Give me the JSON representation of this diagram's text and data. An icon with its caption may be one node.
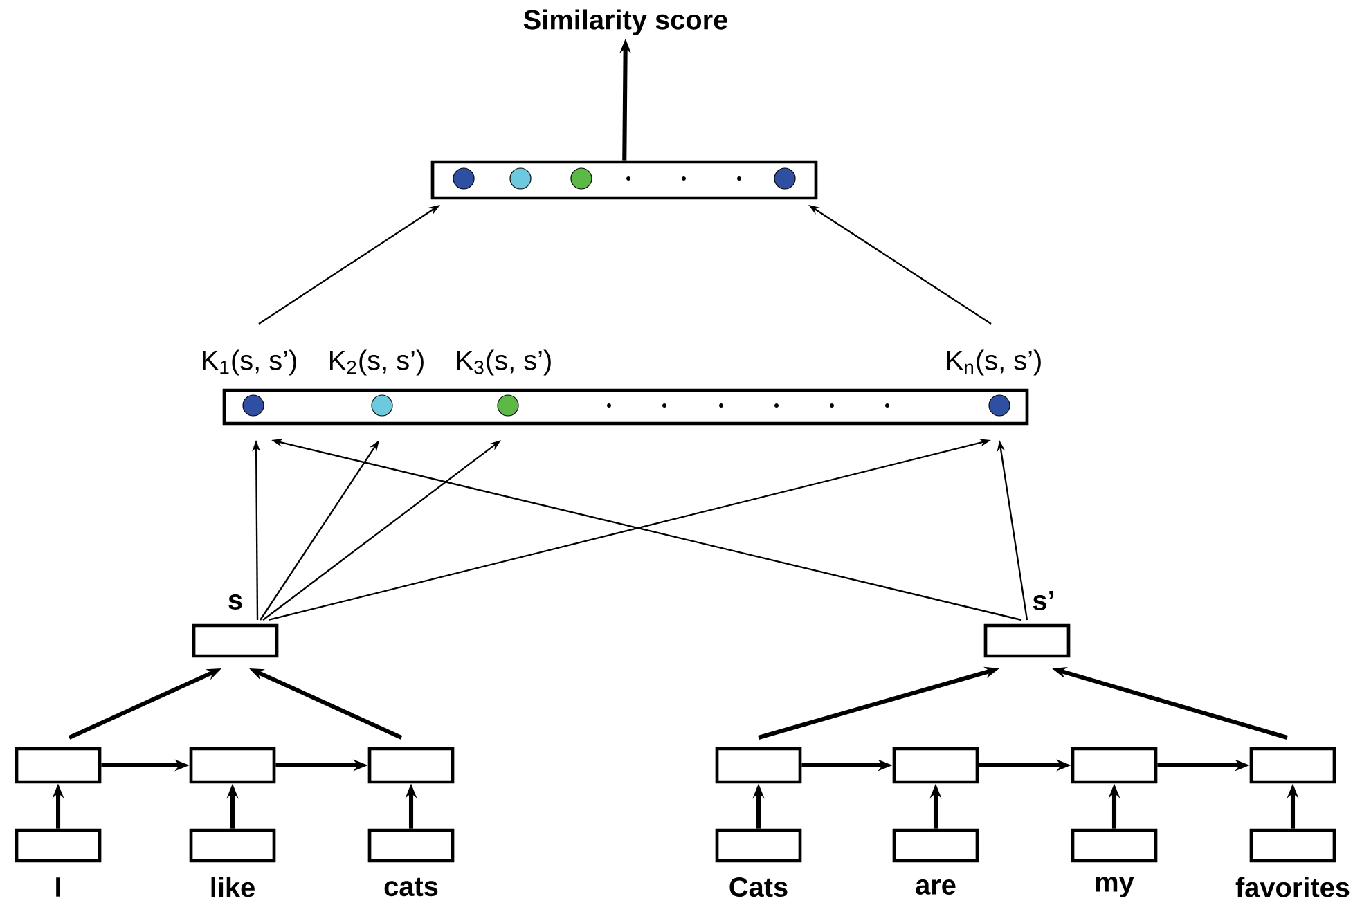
{
  "diagram": {
    "nodes": [
      {
        "text": [
          "Similarity score"
        ]
      },
      {
        "text": [],
        "shape": "box"
      },
      {
        "text": [],
        "shape": "circle",
        "in": 1
      },
      {
        "text": [],
        "shape": "circle",
        "in": 1
      },
      {
        "text": [],
        "shape": "circle",
        "in": 1
      },
      {
        "text": [],
        "shape": "circle",
        "in": 1
      },
      {
        "text": [],
        "shape": "box"
      },
      {
        "text": [],
        "shape": "circle",
        "in": 6,
        "beside": [
          "K$_{1}$(s, s’)"
        ]
      },
      {
        "text": [],
        "shape": "circle",
        "in": 6,
        "beside": [
          "K$_{2}$(s, s’)"
        ]
      },
      {
        "text": [],
        "shape": "circle",
        "in": 6,
        "beside": [
          "K$_{3}$(s, s’)"
        ]
      },
      {
        "text": [],
        "shape": "circle",
        "in": 6,
        "beside": [
          "K$_{n}$(s, s’)"
        ]
      },
      {
        "text": [
          "s"
        ]
      },
      {
        "text": [
          "s’"
        ]
      },
      {
        "text": [],
        "shape": "box"
      },
      {
        "text": [],
        "shape": "box"
      },
      {
        "text": [],
        "shape": "box"
      },
      {
        "text": [],
        "shape": "box"
      },
      {
        "text": [],
        "shape": "box"
      },
      {
        "text": [],
        "shape": "box"
      },
      {
        "text": [],
        "shape": "box"
      },
      {
        "text": [
          "I"
        ]
      },
      {
        "text": [
          "like"
        ]
      },
      {
        "text": [
          "cats"
        ]
      },
      {
        "text": [
          "Cats"
        ]
      },
      {
        "text": [
          "are"
        ]
      },
      {
        "text": [
          "my"
        ]
      },
      {
        "text": [
          "favorites"
        ]
      }
    ],
    "edges": [
      {
        "from": 1,
        "to": 0,
        "arrow": "to"
      },
      {
        "from": 7,
        "to": 1,
        "arrow": "to"
      },
      {
        "from": 10,
        "to": 1,
        "arrow": "to"
      },
      {
        "from": 11,
        "to": 7,
        "arrow": "to"
      },
      {
        "from": 11,
        "to": 8,
        "arrow": "to"
      },
      {
        "from": 11,
        "to": 9,
        "arrow": "to"
      },
      {
        "from": 11,
        "to": 10,
        "arrow": "to"
      },
      {
        "from": 12,
        "to": 7,
        "arrow": "to"
      },
      {
        "from": 12,
        "to": 10,
        "arrow": "to"
      },
      {
        "from": 13,
        "to": 11,
        "arrow": "to"
      },
      {
        "from": 15,
        "to": 11,
        "arrow": "to"
      },
      {
        "from": 16,
        "to": 12,
        "arrow": "to"
      },
      {
        "from": 19,
        "to": 12,
        "arrow": "to"
      },
      {
        "from": 13,
        "to": 14,
        "arrow": "to"
      },
      {
        "from": 14,
        "to": 15,
        "arrow": "to"
      },
      {
        "from": 16,
        "to": 17,
        "arrow": "to"
      },
      {
        "from": 17,
        "to": 18,
        "arrow": "to"
      },
      {
        "from": 18,
        "to": 19,
        "arrow": "to"
      },
      {
        "from": 20,
        "to": 13,
        "arrow": "to"
      },
      {
        "from": 21,
        "to": 14,
        "arrow": "to"
      },
      {
        "from": 22,
        "to": 15,
        "arrow": "to"
      },
      {
        "from": 23,
        "to": 16,
        "arrow": "to"
      },
      {
        "from": 24,
        "to": 17,
        "arrow": "to"
      },
      {
        "from": 25,
        "to": 18,
        "arrow": "to"
      },
      {
        "from": 26,
        "to": 19,
        "arrow": "to"
      }
    ]
  }
}
